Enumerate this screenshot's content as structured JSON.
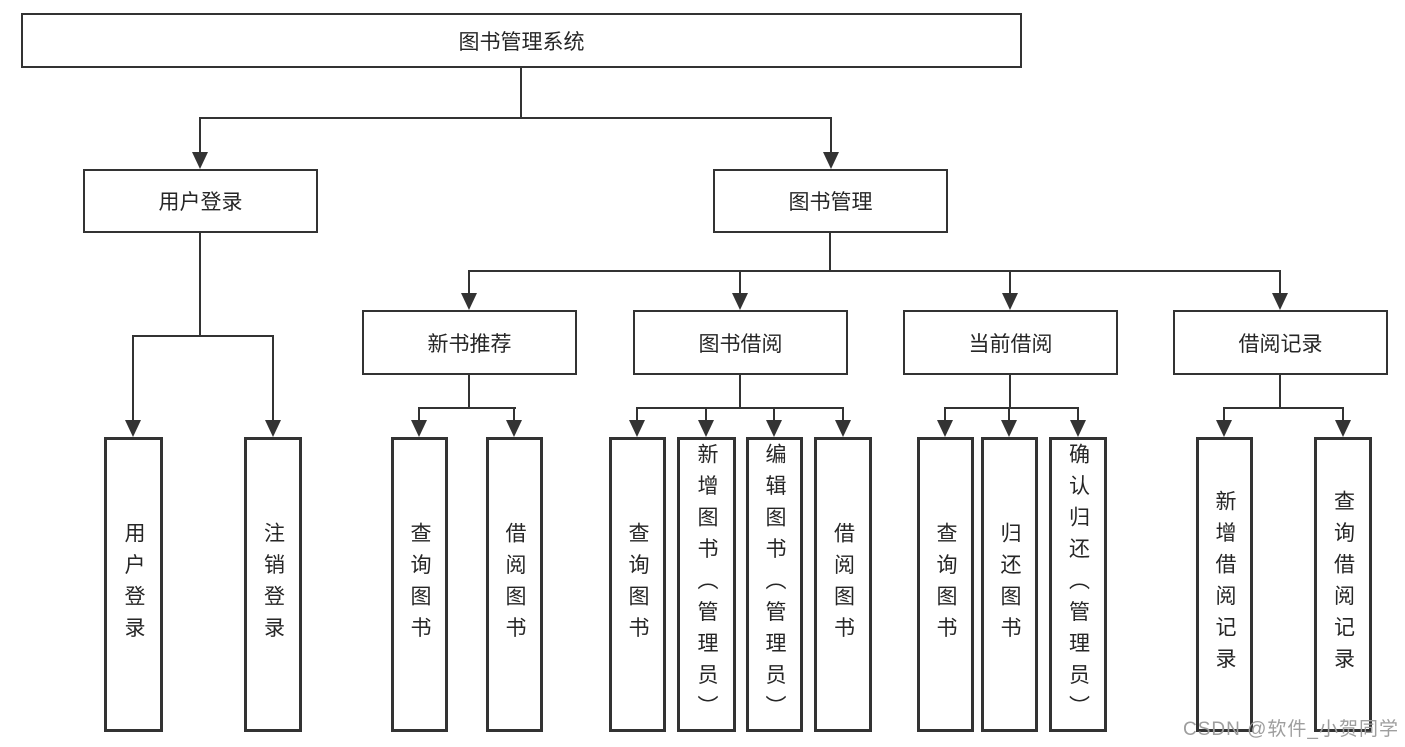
{
  "diagram": {
    "root": {
      "label": "图书管理系统"
    },
    "branches": [
      {
        "label": "用户登录",
        "children": [
          {
            "label": "用户登录"
          },
          {
            "label": "注销登录"
          }
        ]
      },
      {
        "label": "图书管理",
        "children": [
          {
            "label": "新书推荐",
            "children": [
              {
                "label": "查询图书"
              },
              {
                "label": "借阅图书"
              }
            ]
          },
          {
            "label": "图书借阅",
            "children": [
              {
                "label": "查询图书"
              },
              {
                "label": "新增图书（管理员）"
              },
              {
                "label": "编辑图书（管理员）"
              },
              {
                "label": "借阅图书"
              }
            ]
          },
          {
            "label": "当前借阅",
            "children": [
              {
                "label": "查询图书"
              },
              {
                "label": "归还图书"
              },
              {
                "label": "确认归还（管理员）"
              }
            ]
          },
          {
            "label": "借阅记录",
            "children": [
              {
                "label": "新增借阅记录"
              },
              {
                "label": "查询借阅记录"
              }
            ]
          }
        ]
      }
    ]
  },
  "watermark": {
    "text": "CSDN @软件_小贺同学"
  },
  "colors": {
    "line": "#333333",
    "text": "#262626",
    "watermark": "#9e9e9e",
    "background": "#ffffff"
  }
}
